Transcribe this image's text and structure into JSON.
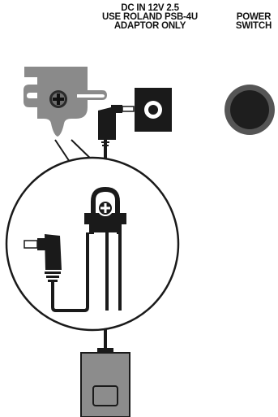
{
  "labels": {
    "dc_in_line1": "DC IN 12V 2.5",
    "dc_in_line2": "USE ROLAND PSB-4U",
    "dc_in_line3": "ADAPTOR ONLY",
    "power_line1": "POWER",
    "power_line2": "SWITCH"
  },
  "colors": {
    "clip_gray": "#8a8a8a",
    "dark": "#1a1a1a",
    "adaptor_gray": "#8c8c8c",
    "switch_ring": "#555555"
  },
  "icons": {
    "screw": "phillips-screw",
    "switch": "round-power-switch"
  }
}
